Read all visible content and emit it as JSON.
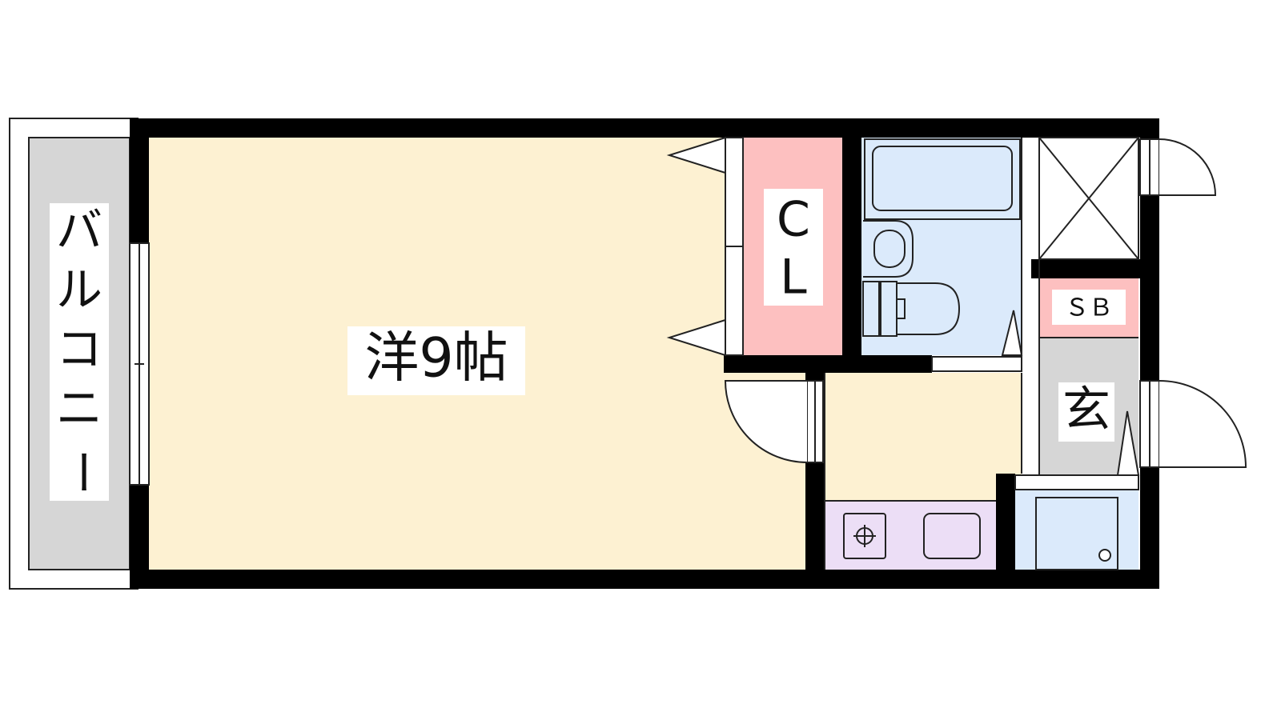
{
  "rooms": {
    "western": {
      "label": "洋9帖",
      "fill": "#fdf1d2"
    },
    "balcony": {
      "chars": [
        "バ",
        "ル",
        "コ",
        "ニ",
        "ー"
      ],
      "fill": "#d6d6d6"
    },
    "closet": {
      "chars": [
        "C",
        "L"
      ],
      "fill": "#fdc0c0"
    },
    "bath": {
      "fill": "#dbeafb"
    },
    "shoe_box": {
      "label": "ＳＢ",
      "fill": "#fdc0c0"
    },
    "entrance": {
      "label": "玄",
      "fill": "#d6d6d6"
    },
    "kitchen": {
      "fill": "#ecdef6"
    },
    "utility": {
      "fill": "#dbeafb"
    }
  },
  "colors": {
    "wall": "#000000",
    "line": "#222222"
  },
  "icons": {
    "stove": "gas-burner-icon",
    "sink": "sink-icon",
    "bathtub": "bathtub-icon",
    "toilet": "toilet-icon",
    "washbasin": "washbasin-icon"
  }
}
